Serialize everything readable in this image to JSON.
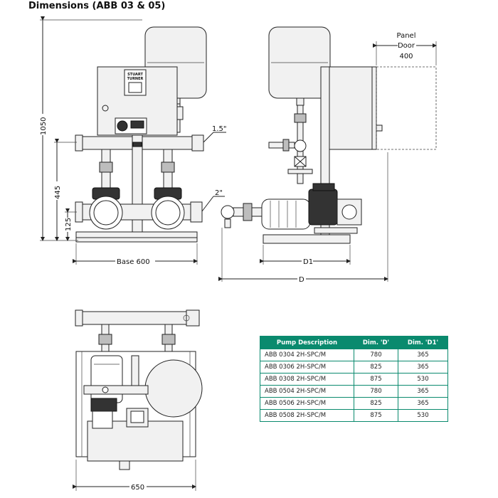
{
  "title": "Dimensions (ABB 03 & 05)",
  "front_view": {
    "height_total": "1050",
    "height_mid": "445",
    "height_low": "125",
    "base_label": "Base 600",
    "upper_pipe": "1.5\"",
    "lower_pipe": "2\"",
    "panel_brand_line1": "STUART",
    "panel_brand_line2": "TURNER"
  },
  "side_view": {
    "panel_label_1": "Panel",
    "panel_label_2": "Door",
    "panel_value": "400",
    "d1_label": "D1",
    "d_label": "D"
  },
  "top_view": {
    "width_label": "650"
  },
  "table": {
    "headers": [
      "Pump Description",
      "Dim. 'D'",
      "Dim. 'D1'"
    ],
    "rows": [
      [
        "ABB 0304 2H-SPC/M",
        "780",
        "365"
      ],
      [
        "ABB 0306 2H-SPC/M",
        "825",
        "365"
      ],
      [
        "ABB 0308 2H-SPC/M",
        "875",
        "530"
      ],
      [
        "ABB 0504 2H-SPC/M",
        "780",
        "365"
      ],
      [
        "ABB 0506 2H-SPC/M",
        "825",
        "365"
      ],
      [
        "ABB 0508 2H-SPC/M",
        "875",
        "530"
      ]
    ],
    "header_color": "#0a8a6e"
  }
}
